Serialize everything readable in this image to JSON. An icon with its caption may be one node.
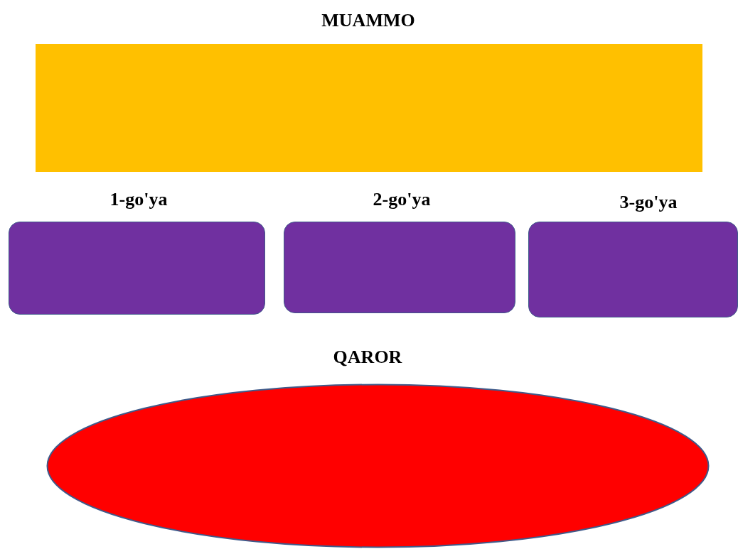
{
  "diagram": {
    "nodes": [
      {
        "text": [
          "MUAMMO"
        ]
      },
      {
        "text": [
          "1-go'ya"
        ]
      },
      {
        "text": [
          "2-go'ya"
        ]
      },
      {
        "text": [
          "3-go'ya"
        ]
      },
      {
        "text": [
          "QAROR"
        ]
      }
    ]
  }
}
